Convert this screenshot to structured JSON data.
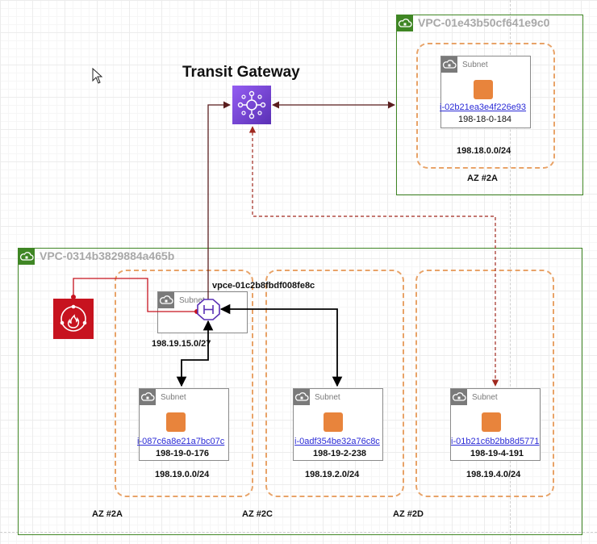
{
  "transit_gateway": {
    "title": "Transit Gateway"
  },
  "vpc_top": {
    "title": "VPC-01e43b50cf641e9c0",
    "subnet_label": "Subnet",
    "instance_id": "i-02b21ea3e4f226e93",
    "instance_name": "198-18-0-184",
    "cidr": "198.18.0.0/24",
    "az": "AZ #2A"
  },
  "vpc_bottom": {
    "title": "VPC-0314b3829884a465b",
    "endpoint": {
      "label": "vpce-01c2b8fbdf008fe8c",
      "subnet_label": "Subnet",
      "cidr": "198.19.15.0/27"
    },
    "subnets": [
      {
        "subnet_label": "Subnet",
        "instance_id": "i-087c6a8e21a7bc07c",
        "instance_name": "198-19-0-176",
        "cidr": "198.19.0.0/24"
      },
      {
        "subnet_label": "Subnet",
        "instance_id": "i-0adf354be32a76c8c",
        "instance_name": "198-19-2-238",
        "cidr": "198.19.2.0/24"
      },
      {
        "subnet_label": "Subnet",
        "instance_id": "i-01b21c6b2bb8d5771",
        "instance_name": "198-19-4-191",
        "cidr": "198.19.4.0/24"
      }
    ],
    "az_labels": [
      "AZ #2A",
      "AZ #2C",
      "AZ #2D"
    ]
  },
  "colors": {
    "vpc_border": "#3f8624",
    "az_border": "#e8a368",
    "ec2": "#e8843c",
    "tgw": "#7b45db",
    "firewall": "#c7131f",
    "endpoint": "#5a30b5",
    "tgw_link": "#5a1e1e",
    "dashed_link": "#a0281e"
  },
  "icons": {
    "vpc": "cloud-lock-icon",
    "subnet": "cloud-lock-icon",
    "ec2": "ec2-instance-icon",
    "tgw": "transit-gateway-icon",
    "firewall": "network-firewall-icon",
    "endpoint": "gateway-load-balancer-endpoint-icon",
    "cursor": "mouse-pointer-icon"
  }
}
